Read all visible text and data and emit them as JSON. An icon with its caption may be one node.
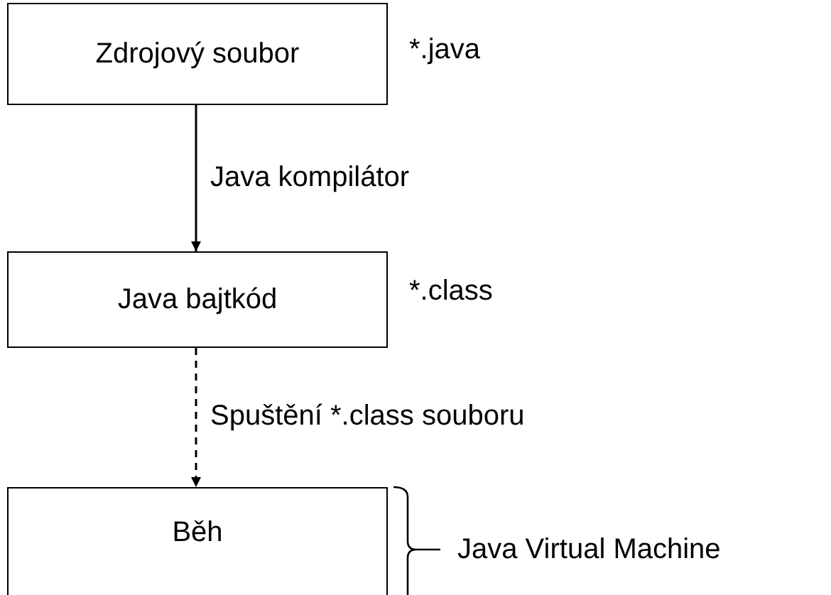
{
  "diagram": {
    "nodes": [
      {
        "text": [
          "Zdrojový soubor"
        ],
        "beside": [
          "*.java"
        ]
      },
      {
        "text": [
          "Java bajtkód"
        ],
        "beside": [
          "*.class"
        ]
      },
      {
        "text": [
          "Běh"
        ],
        "beside": [
          "Java Virtual Machine"
        ]
      }
    ],
    "edges": [
      {
        "from": 0,
        "to": 1,
        "arrow": "to",
        "label": "Java kompilátor"
      },
      {
        "from": 1,
        "to": 2,
        "arrow": "to",
        "label": "Spuštění *.class souboru",
        "style": "dashed"
      }
    ]
  }
}
